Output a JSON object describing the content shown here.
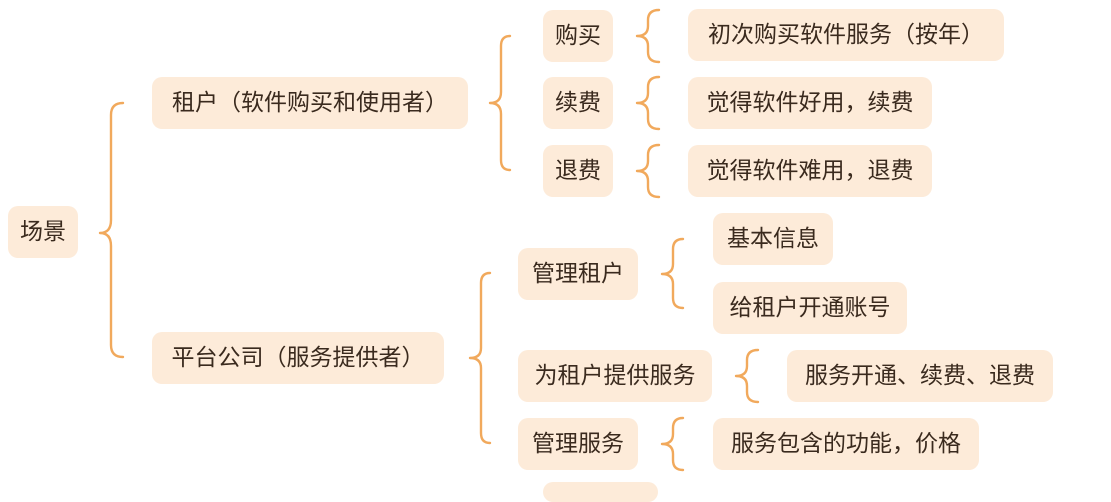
{
  "root": "场景",
  "branches": [
    {
      "label": "租户（软件购买和使用者）",
      "children": [
        {
          "label": "购买",
          "details": [
            "初次购买软件服务（按年）"
          ]
        },
        {
          "label": "续费",
          "details": [
            "觉得软件好用，续费"
          ]
        },
        {
          "label": "退费",
          "details": [
            "觉得软件难用，退费"
          ]
        }
      ]
    },
    {
      "label": "平台公司（服务提供者）",
      "children": [
        {
          "label": "管理租户",
          "details": [
            "基本信息",
            "给租户开通账号"
          ]
        },
        {
          "label": "为租户提供服务",
          "details": [
            "服务开通、续费、退费"
          ]
        },
        {
          "label": "管理服务",
          "details": [
            "服务包含的功能，价格"
          ]
        },
        {
          "label": "",
          "details": []
        }
      ]
    }
  ],
  "colors": {
    "node_fill": "#fdebd9",
    "text": "#3a2a1e",
    "brace": "#f1a95c"
  }
}
